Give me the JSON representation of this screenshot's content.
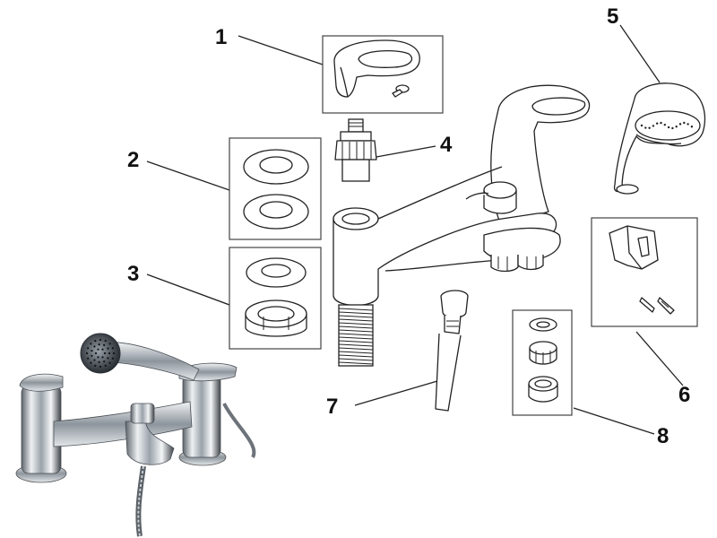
{
  "diagram": {
    "callouts": [
      {
        "id": "1",
        "label": "1"
      },
      {
        "id": "2",
        "label": "2"
      },
      {
        "id": "3",
        "label": "3"
      },
      {
        "id": "4",
        "label": "4"
      },
      {
        "id": "5",
        "label": "5"
      },
      {
        "id": "6",
        "label": "6"
      },
      {
        "id": "7",
        "label": "7"
      },
      {
        "id": "8",
        "label": "8"
      }
    ],
    "parts": {
      "1": "lever-handle-with-screw",
      "2": "pair-of-washers",
      "3": "washer-and-backnut",
      "4": "valve-cartridge",
      "5": "shower-handset",
      "6": "handset-bracket-with-fixings",
      "7": "shower-hose",
      "8": "aerator-set"
    },
    "colors": {
      "line": "#222222",
      "chrome_dark": "#3a3f45",
      "chrome_light": "#e8ecef"
    }
  }
}
